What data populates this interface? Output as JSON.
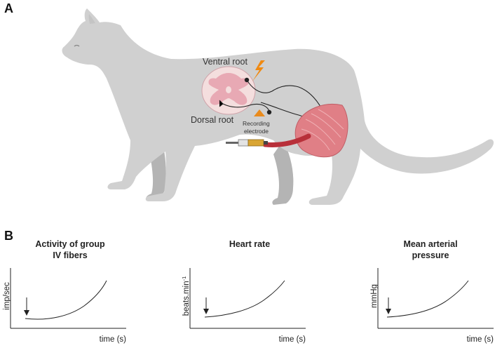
{
  "figure": {
    "panel_a_letter": "A",
    "panel_b_letter": "B"
  },
  "illustration": {
    "labels": {
      "ventral_root": "Ventral root",
      "dorsal_root": "Dorsal root",
      "recording_electrode_line1": "Recording",
      "recording_electrode_line2": "electrode"
    },
    "colors": {
      "cat_body": "#d0d0d0",
      "cat_far_legs": "#b4b4b4",
      "spinal_cord": "#f4dede",
      "grey_matter": "#e8a9b4",
      "muscle": "#e07f86",
      "artery": "#b8303a",
      "electrode": "#e98b1d",
      "lightning": "#f08a12",
      "syringe_liquid": "#d9a533"
    }
  },
  "graphs": [
    {
      "title_line1": "Activity of group",
      "title_line2": "IV fibers",
      "ylabel": "imp/sec",
      "xlabel": "time (s)"
    },
    {
      "title_line1": "Heart rate",
      "title_line2": "",
      "ylabel": "beats.min",
      "ylabel_superscript": "-1",
      "xlabel": "time (s)"
    },
    {
      "title_line1": "Mean arterial",
      "title_line2": "pressure",
      "ylabel": "mmHg",
      "xlabel": "time (s)"
    }
  ]
}
